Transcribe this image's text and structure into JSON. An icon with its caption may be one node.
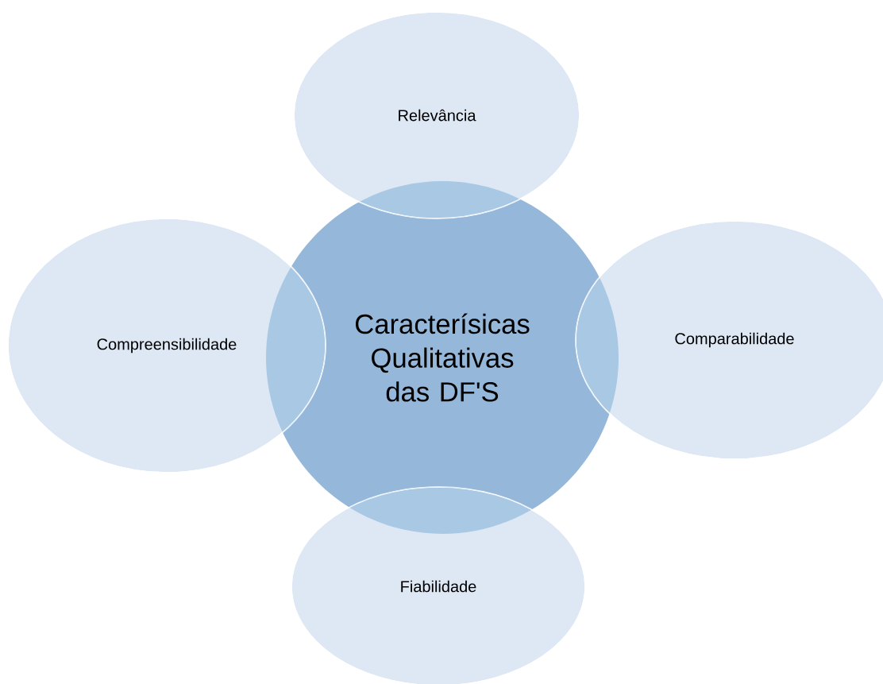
{
  "diagram": {
    "nodes": [
      {
        "text": [
          "Relevância"
        ]
      },
      {
        "text": [
          "Compreensibilidade"
        ]
      },
      {
        "text": [
          "Caracterísicas Qualitativas das DF'S"
        ]
      },
      {
        "text": [
          "Comparabilidade"
        ]
      },
      {
        "text": [
          "Fiabilidade"
        ]
      }
    ]
  }
}
